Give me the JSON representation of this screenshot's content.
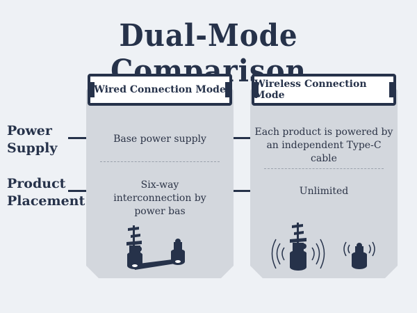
{
  "title": "Dual-Mode Comparison",
  "rows": {
    "power_supply": "Power Supply",
    "product_placement": "Product Placement"
  },
  "columns": {
    "wired": {
      "header": "Wired Connection Mode",
      "power_supply": "Base power supply",
      "placement": "Six-way interconnection by power bas"
    },
    "wireless": {
      "header": "Wireless Connection Mode",
      "power_supply": "Each product is powered by an independent Type-C cable",
      "placement": "Unlimited"
    }
  },
  "colors": {
    "navy": "#26324a",
    "card": "#d3d7dd",
    "background": "#eef1f5"
  },
  "icons": {
    "wired_illustration": "linked-pagoda-products-icon",
    "wireless_illustration": "wireless-pagoda-products-icon"
  }
}
